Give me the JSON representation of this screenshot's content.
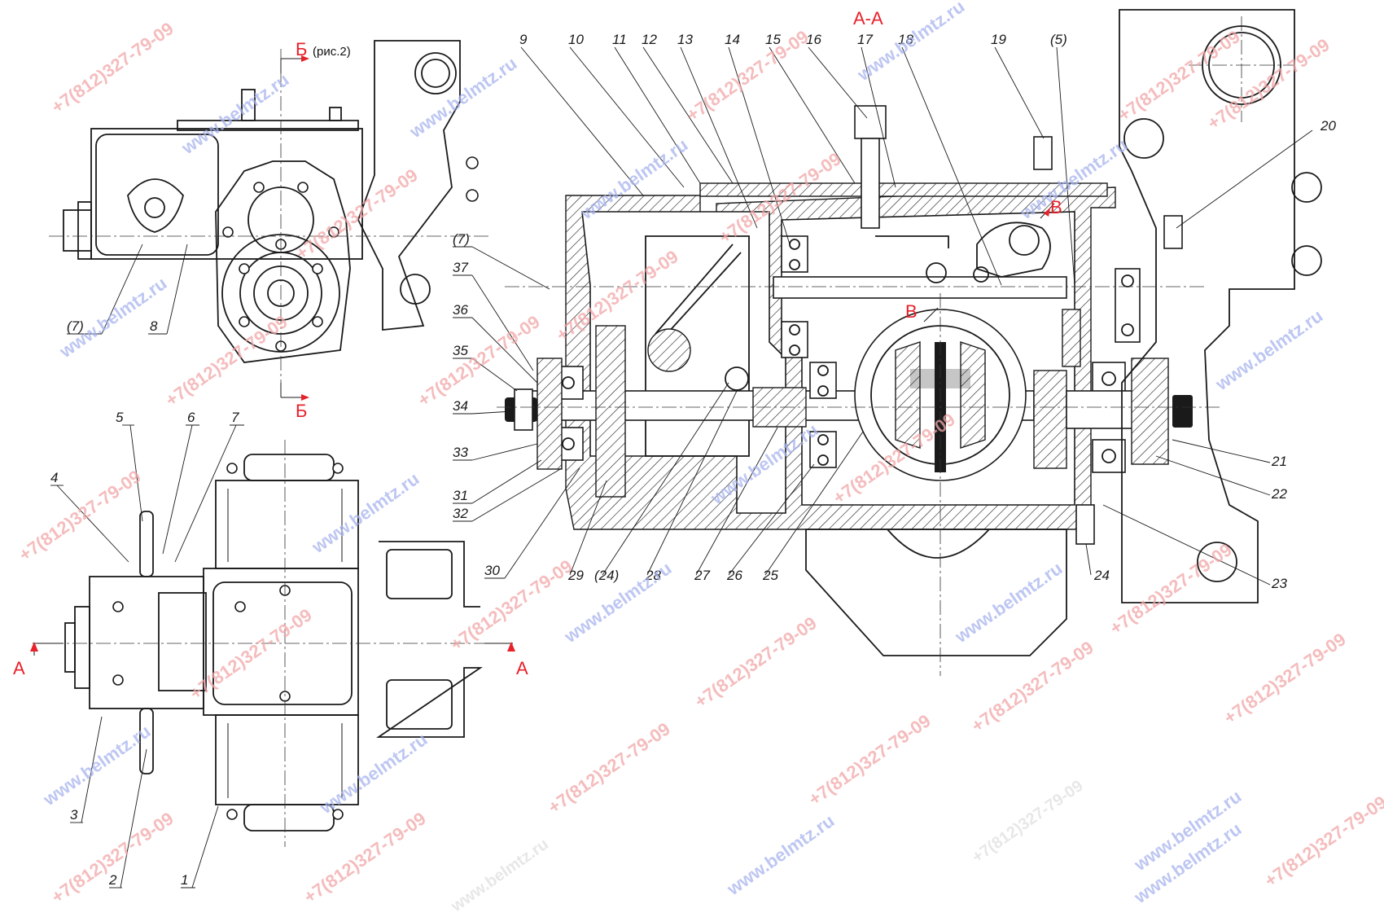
{
  "section_title": "А-А",
  "section_b_label": "Б",
  "section_b_ref": "(рис.2)",
  "section_a_label": "А",
  "view_v_label": "В",
  "watermarks": {
    "site": "www.belmtz.ru",
    "phone": "+7(812)327-79-09"
  },
  "callouts": {
    "c1": "1",
    "c2": "2",
    "c3": "3",
    "c4": "4",
    "c5": "5",
    "c6": "6",
    "c7": "7",
    "c8": "8",
    "c9": "9",
    "c10": "10",
    "c11": "11",
    "c12": "12",
    "c13": "13",
    "c14": "14",
    "c15": "15",
    "c16": "16",
    "c17": "17",
    "c18": "18",
    "c19": "19",
    "c20": "20",
    "c21": "21",
    "c22": "22",
    "c23": "23",
    "c24": "24",
    "c25": "25",
    "c26": "26",
    "c27": "27",
    "c28": "28",
    "c29": "29",
    "c30": "30",
    "c31": "31",
    "c32": "32",
    "c33": "33",
    "c34": "34",
    "c35": "35",
    "c36": "36",
    "c37": "37",
    "p5": "(5)",
    "p7a": "(7)",
    "p7b": "(7)",
    "p24": "(24)"
  },
  "colors": {
    "ink": "#1a1a1a",
    "accent": "#e8212a",
    "wm_red": "#f2a6a8",
    "wm_blue": "#a7b4ee"
  }
}
